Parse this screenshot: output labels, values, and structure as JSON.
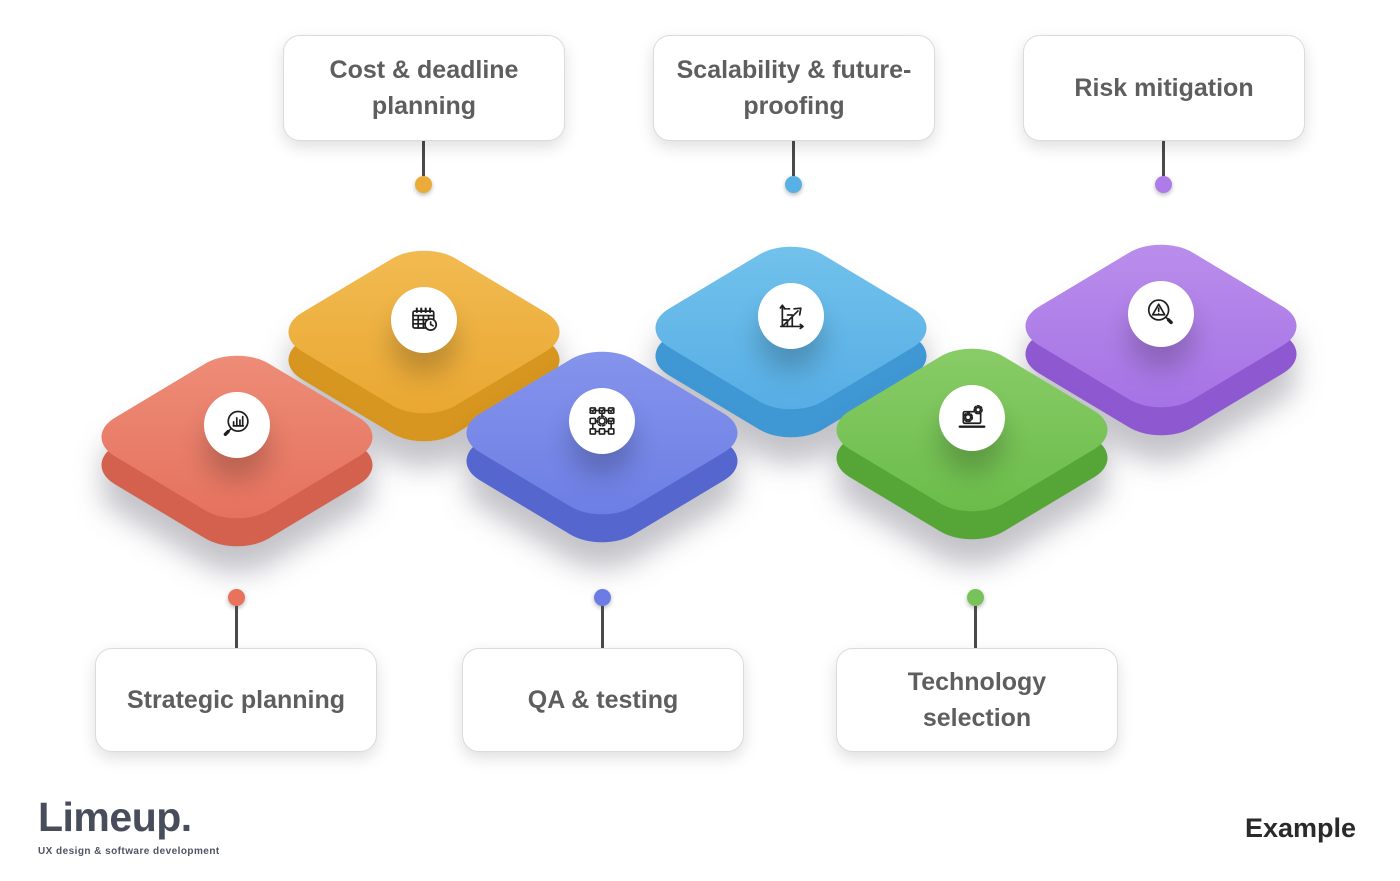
{
  "stages": [
    {
      "label": "Strategic planning",
      "label_position": "bottom",
      "icon": "magnifier-bar-chart-icon",
      "colors": {
        "face_light": "#EE8E79",
        "face_dark": "#E4705C",
        "side": "#D4614E",
        "dot": "#E8725C"
      }
    },
    {
      "label": "Cost & deadline planning",
      "label_position": "top",
      "icon": "calendar-clock-icon",
      "colors": {
        "face_light": "#F2BC53",
        "face_dark": "#E9A630",
        "side": "#D6961F",
        "dot": "#EAAB38"
      }
    },
    {
      "label": "QA & testing",
      "label_position": "bottom",
      "icon": "workflow-checks-gear-icon",
      "colors": {
        "face_light": "#8695EC",
        "face_dark": "#6B7DE4",
        "side": "#5566CE",
        "dot": "#6B7DE4"
      }
    },
    {
      "label": "Scalability & future-proofing",
      "label_position": "top",
      "icon": "growth-chart-arrow-icon",
      "colors": {
        "face_light": "#73C3EC",
        "face_dark": "#55ACE4",
        "side": "#3F97D3",
        "dot": "#58B0E4"
      }
    },
    {
      "label": "Technology selection",
      "label_position": "bottom",
      "icon": "laptop-gears-icon",
      "colors": {
        "face_light": "#8ACD69",
        "face_dark": "#69BB48",
        "side": "#55A637",
        "dot": "#77C35A"
      }
    },
    {
      "label": "Risk mitigation",
      "label_position": "top",
      "icon": "magnifier-warning-icon",
      "colors": {
        "face_light": "#BB8FEC",
        "face_dark": "#A471E4",
        "side": "#8E58D1",
        "dot": "#AE7CE8"
      }
    }
  ],
  "footer": {
    "logo_text": "Limeup.",
    "logo_tagline": "UX design & software development",
    "example_label": "Example"
  },
  "styles": {
    "background": "#FFFFFF",
    "label_text_color": "#5E5E5E",
    "connector_line_color": "#4A4A4A"
  }
}
